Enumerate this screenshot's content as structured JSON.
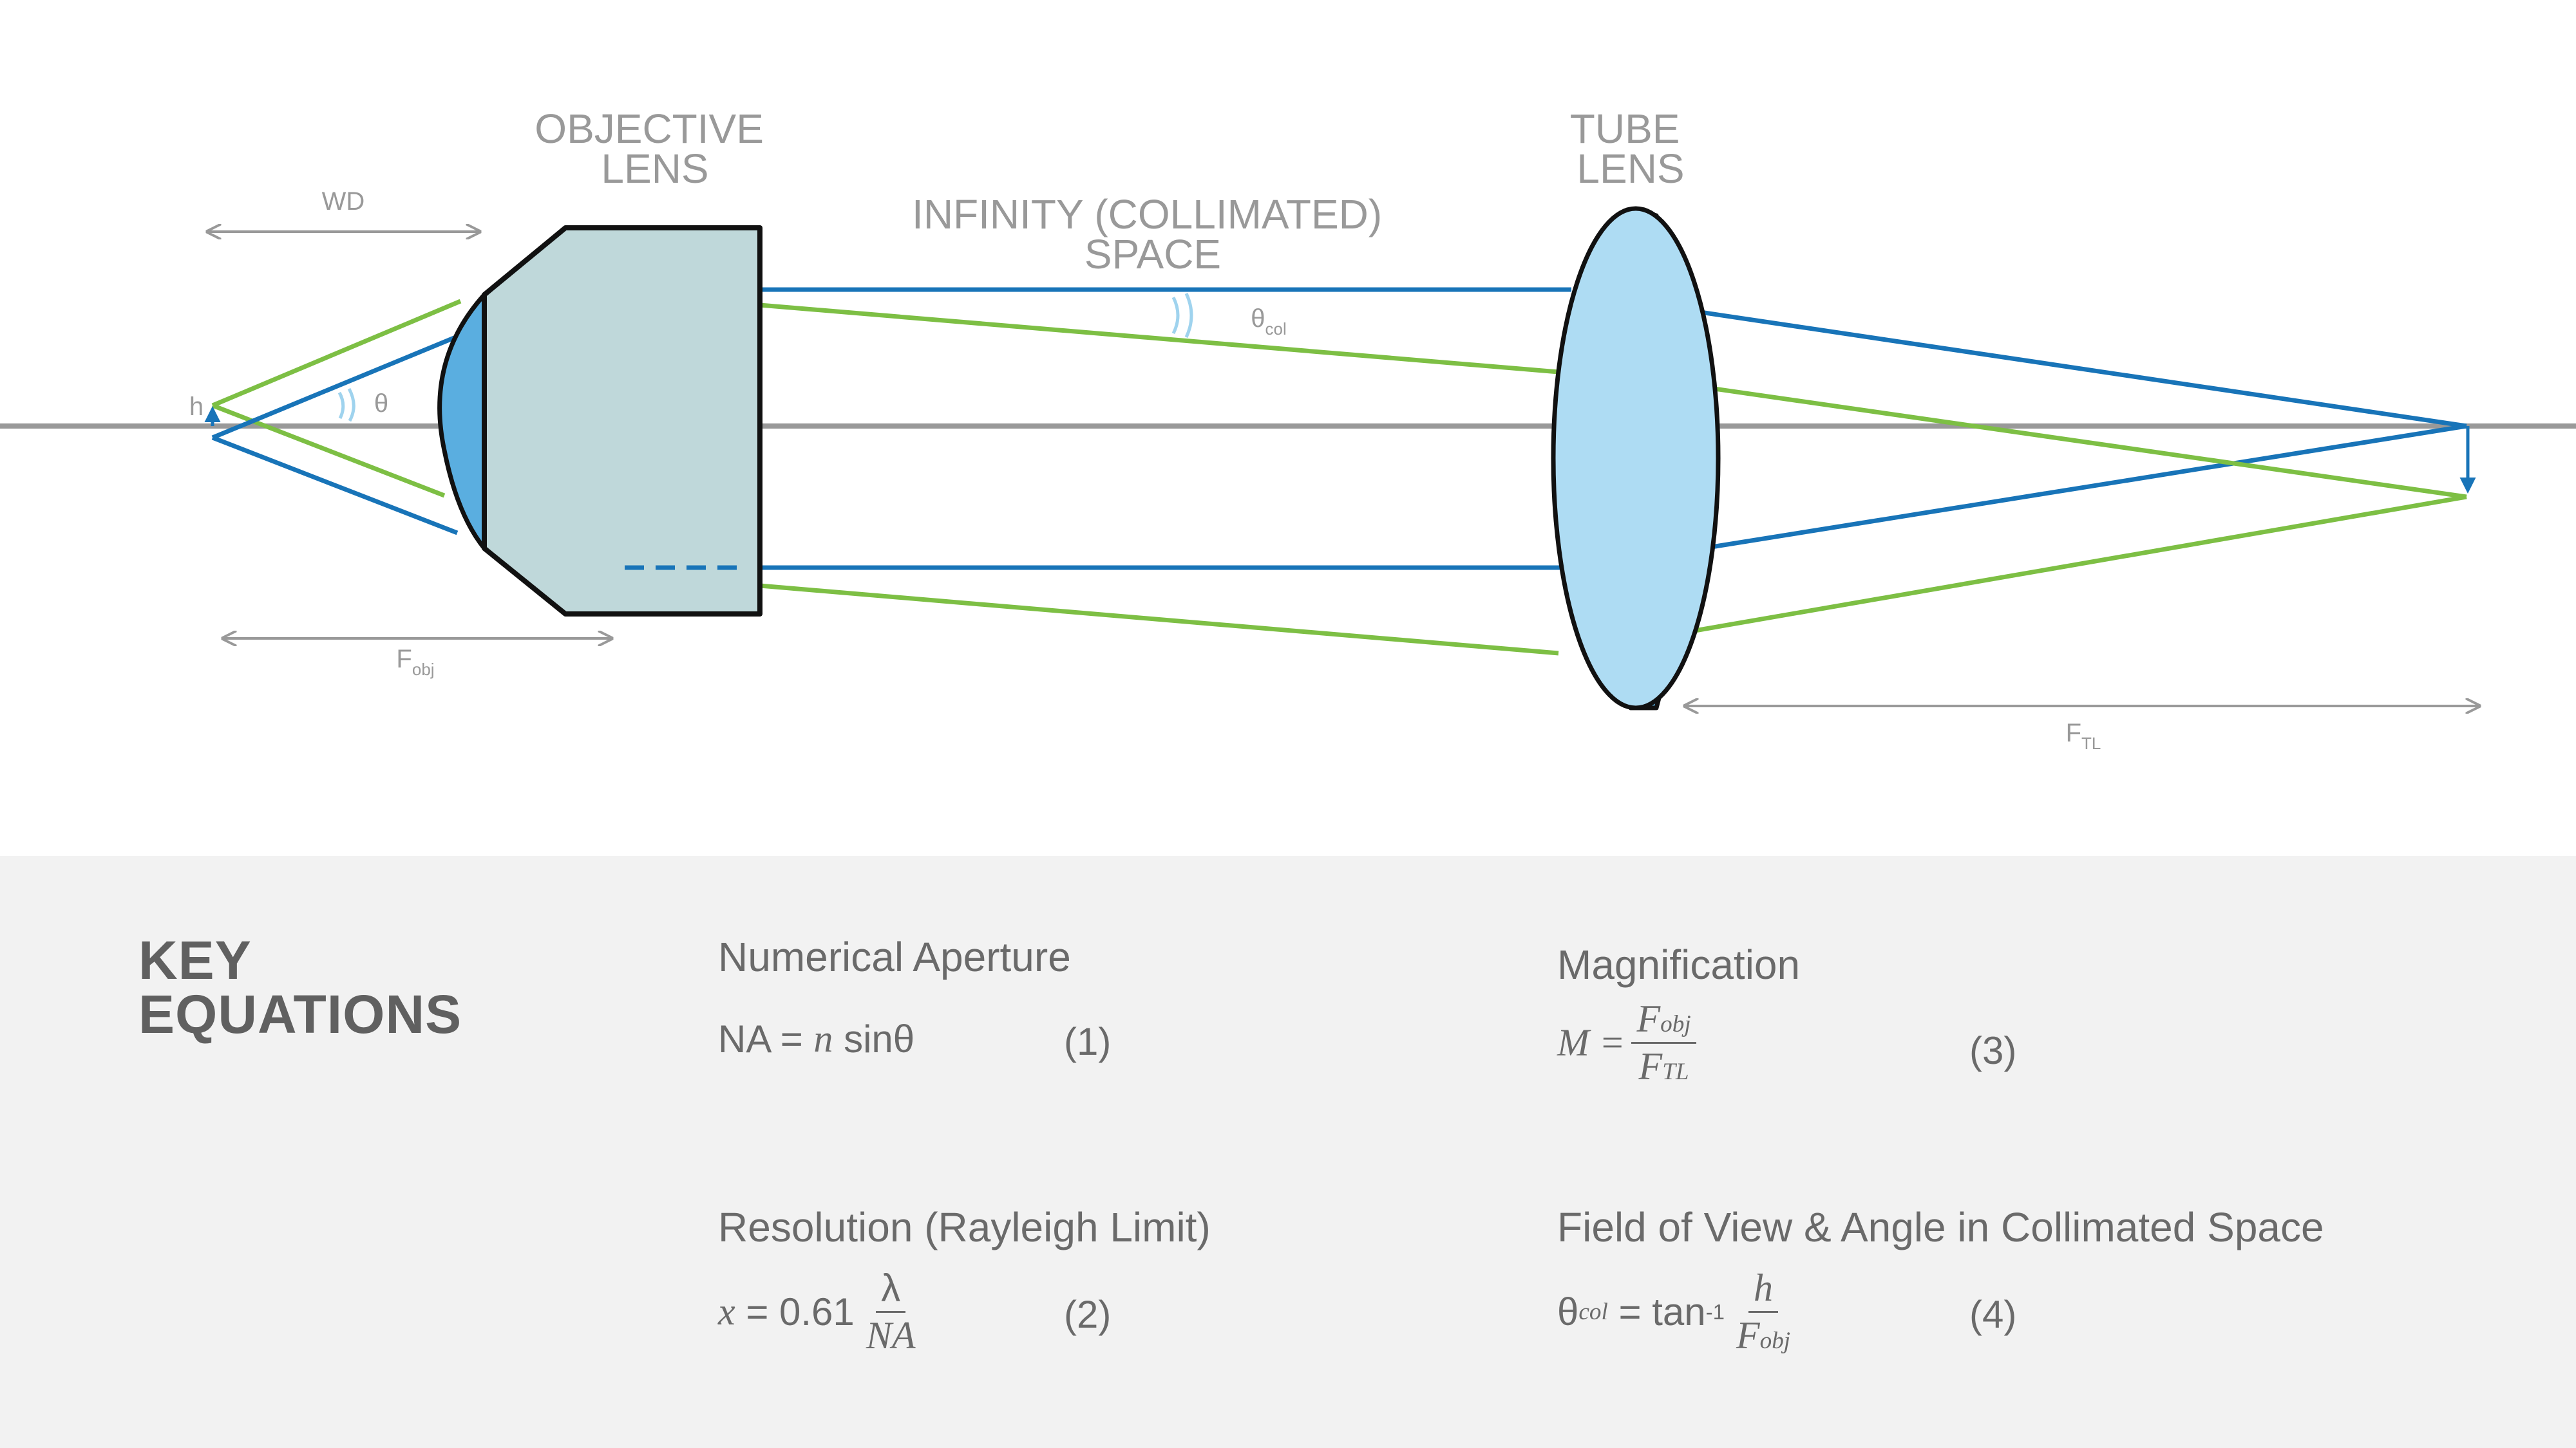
{
  "diagram": {
    "objective_lens_label": [
      "OBJECTIVE",
      "LENS"
    ],
    "tube_lens_label": [
      "TUBE",
      "LENS"
    ],
    "infinity_space_label": [
      "INFINITY (COLLIMATED)",
      "SPACE"
    ],
    "wd_label": "WD",
    "h_label": "h",
    "theta_label": "θ",
    "theta_col_label": {
      "main": "θ",
      "sub": "col"
    },
    "f_obj_label": {
      "main": "F",
      "sub": "obj"
    },
    "f_tl_label": {
      "main": "F",
      "sub": "TL"
    },
    "colors": {
      "blue_ray": "#1874b8",
      "green_ray": "#7dbf44",
      "axis": "#999999",
      "objective_body": "#bfd8da",
      "lens_light": "#aedcf3",
      "lens_dark": "#5aaee0",
      "angle_mark": "#9fd3ee"
    }
  },
  "equations": {
    "section_title": [
      "KEY",
      "EQUATIONS"
    ],
    "na": {
      "title": "Numerical Aperture",
      "lhs": "NA =",
      "n": "n",
      "rhs": "sinθ",
      "number": "(1)"
    },
    "resolution": {
      "title": "Resolution (Rayleigh Limit)",
      "x": "x",
      "coef": "= 0.61",
      "numerator": "λ",
      "denominator": "NA",
      "number": "(2)"
    },
    "magnification": {
      "title": "Magnification",
      "m": "M =",
      "num_main": "F",
      "num_sub": "obj",
      "den_main": "F",
      "den_sub": "TL",
      "number": "(3)"
    },
    "fov": {
      "title": "Field of View & Angle in Collimated Space",
      "theta": "θ",
      "theta_sub": "col",
      "eq": "= tan",
      "sup": "-1",
      "numerator": "h",
      "den_main": "F",
      "den_sub": "obj",
      "number": "(4)"
    }
  }
}
